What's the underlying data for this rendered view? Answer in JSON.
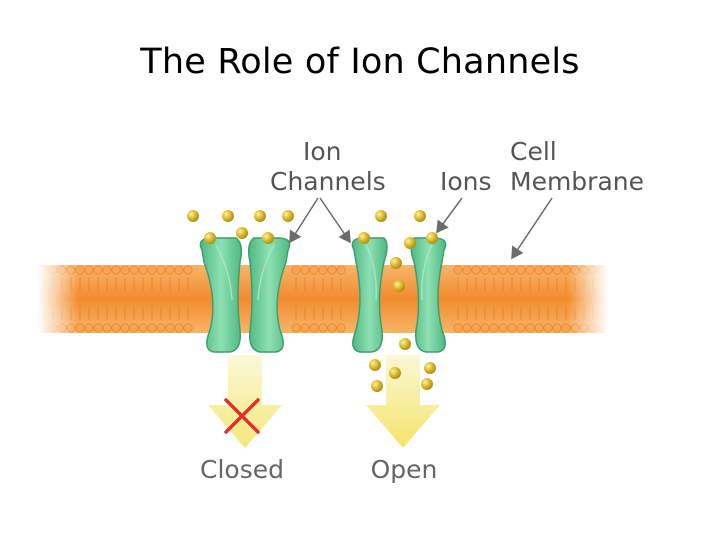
{
  "title": "The Role of Ion Channels",
  "labels": {
    "ion_channels_line1": "Ion",
    "ion_channels_line2": "Channels",
    "ions": "Ions",
    "cell_membrane_line1": "Cell",
    "cell_membrane_line2": "Membrane"
  },
  "states": {
    "closed": "Closed",
    "open": "Open"
  },
  "colors": {
    "membrane": "#f2923a",
    "channel": "#5fc48d",
    "ion": "#d8b62a",
    "arrow": "#f5ec8a",
    "blocked_mark": "#e0302a"
  }
}
